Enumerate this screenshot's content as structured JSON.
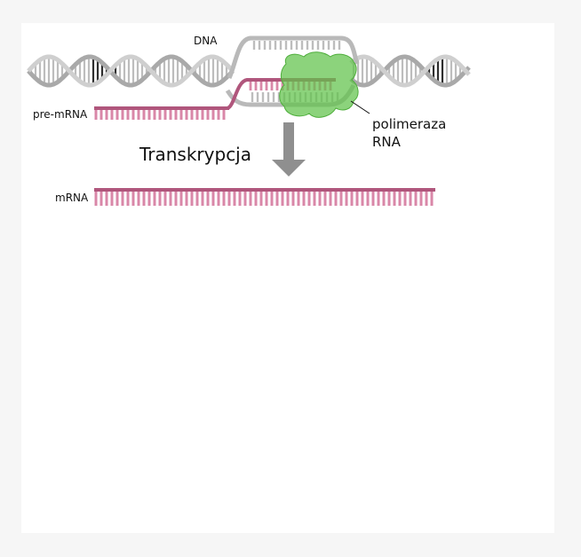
{
  "labels": {
    "dna": "DNA",
    "pre_mrna": "pre-mRNA",
    "transcription": "Transkrypcja",
    "polymerase_line1": "polimeraza",
    "polymerase_line2": "RNA",
    "mrna": "mRNA"
  },
  "colors": {
    "dna_strand": "#bdbdbd",
    "dna_dark_segment": "#2e2e2e",
    "rna": "#d987a8",
    "rna_dark": "#b0567c",
    "polymerase": "#5fc24a",
    "arrow": "#8f8f8f"
  }
}
